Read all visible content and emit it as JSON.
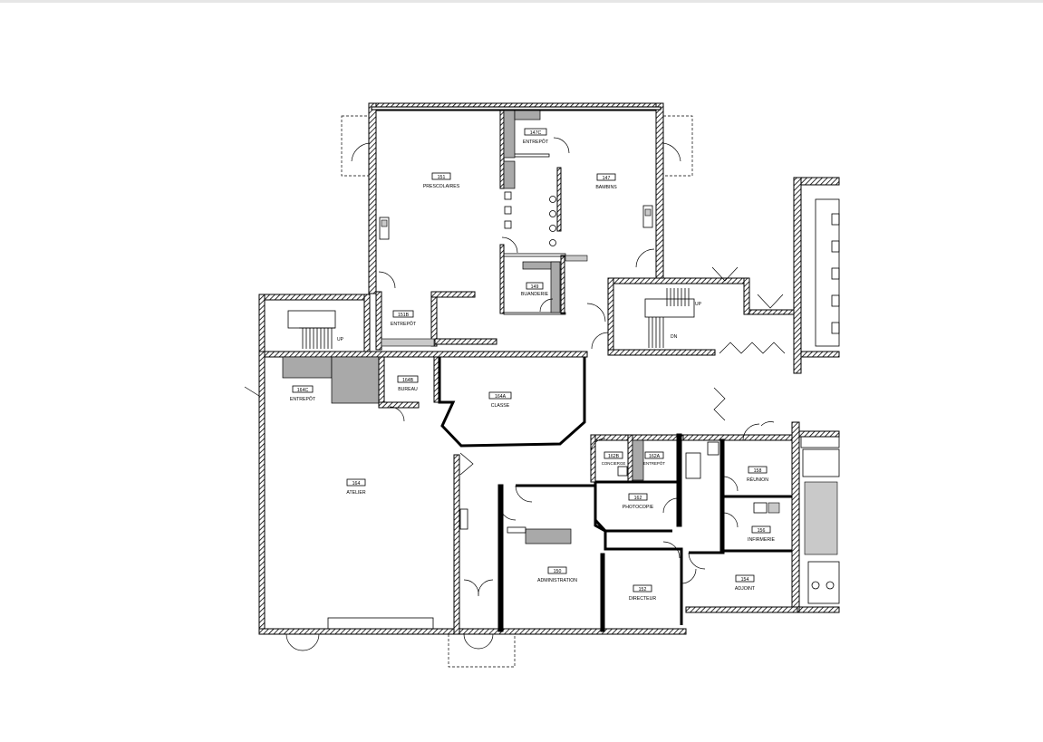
{
  "rooms": [
    {
      "id": "r151",
      "number": "151",
      "name": "PRESCOLAIRES"
    },
    {
      "id": "r147c",
      "number": "147C",
      "name": "ENTREPÔT"
    },
    {
      "id": "r147",
      "number": "147",
      "name": "BAMBINS"
    },
    {
      "id": "r149",
      "number": "149",
      "name": "BUANDERIE"
    },
    {
      "id": "r151b",
      "number": "151B",
      "name": "ENTREPÔT"
    },
    {
      "id": "r164c",
      "number": "164C",
      "name": "ENTREPÔT"
    },
    {
      "id": "r164b",
      "number": "164B",
      "name": "BUREAU"
    },
    {
      "id": "r164a",
      "number": "164A",
      "name": "CLASSE"
    },
    {
      "id": "r164",
      "number": "164",
      "name": "ATELIER"
    },
    {
      "id": "r162b",
      "number": "162B",
      "name": "CONCIERGE"
    },
    {
      "id": "r162a",
      "number": "162A",
      "name": "ENTREPÔT"
    },
    {
      "id": "r162",
      "number": "162",
      "name": "PHOTOCOPIE"
    },
    {
      "id": "r158",
      "number": "158",
      "name": "RÉUNION"
    },
    {
      "id": "r156",
      "number": "156",
      "name": "INFIRMERIE"
    },
    {
      "id": "r150",
      "number": "150",
      "name": "ADMINISTRATION"
    },
    {
      "id": "r152",
      "number": "152",
      "name": "DIRECTEUR"
    },
    {
      "id": "r154",
      "number": "154",
      "name": "ADJOINT"
    }
  ],
  "stair_notes": {
    "west_up": "UP",
    "east_up": "UP",
    "east_dn": "DN"
  }
}
